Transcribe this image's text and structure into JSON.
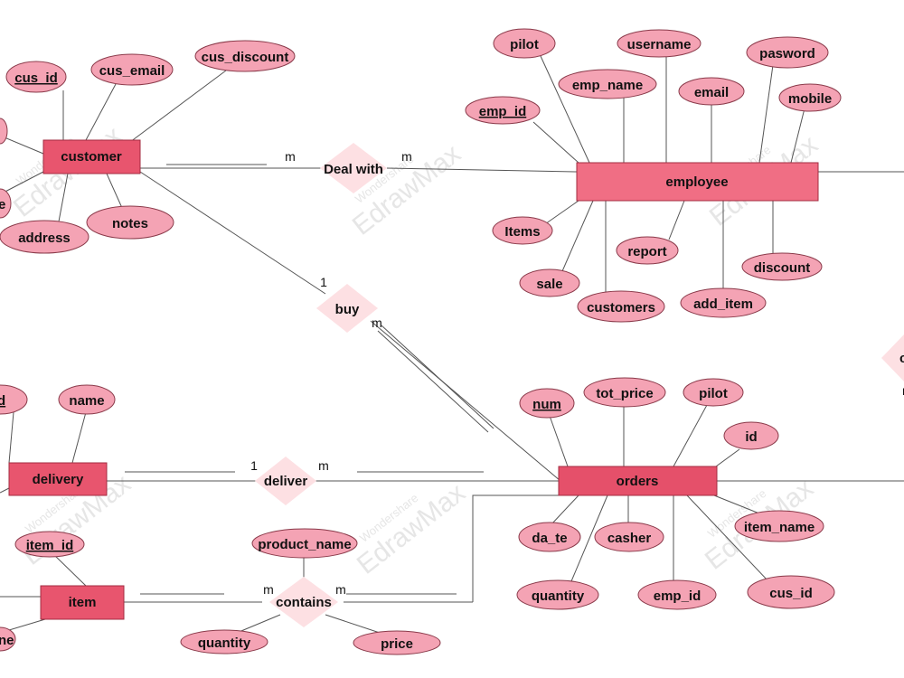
{
  "colors": {
    "entity_fill": "#e8556e",
    "attribute_fill": "#f4a3b4",
    "relationship_fill": "#fde0e3",
    "line": "#555555",
    "watermark": "#e6e6e6"
  },
  "watermark": {
    "brand": "EdrawMax",
    "maker": "Wondershare"
  },
  "entities": {
    "customer": "customer",
    "employee": "employee",
    "delivery": "delivery",
    "orders": "orders",
    "item": "item"
  },
  "relationships": {
    "deal_with": "Deal with",
    "buy": "buy",
    "deliver": "deliver",
    "contains": "contains",
    "partial_right": "c"
  },
  "cardinalities": {
    "customer_deal_with": "m",
    "deal_with_employee": "m",
    "customer_buy": "1",
    "buy_orders": "m",
    "delivery_deliver": "1",
    "deliver_orders": "m",
    "item_contains": "m",
    "contains_orders": "m",
    "right_partial": "r"
  },
  "attributes": {
    "customer": {
      "cus_id": "cus_id",
      "cus_email": "cus_email",
      "cus_discount": "cus_discount",
      "address": "address",
      "notes": "notes",
      "partial_left_a": "",
      "partial_left_b": "e"
    },
    "employee": {
      "pilot": "pilot",
      "username": "username",
      "pasword": "pasword",
      "emp_name": "emp_name",
      "email": "email",
      "mobile": "mobile",
      "emp_id": "emp_id",
      "items": "Items",
      "report": "report",
      "discount": "discount",
      "sale": "sale",
      "customers": "customers",
      "add_item": "add_item"
    },
    "delivery": {
      "partial_id": "d",
      "name": "name"
    },
    "orders": {
      "num": "num",
      "tot_price": "tot_price",
      "pilot": "pilot",
      "id": "id",
      "da_te": "da_te",
      "casher": "casher",
      "item_name": "item_name",
      "quantity": "quantity",
      "emp_id": "emp_id",
      "cus_id": "cus_id"
    },
    "item": {
      "item_id": "item_id",
      "partial_name": "ne"
    },
    "contains": {
      "product_name": "product_name",
      "quantity": "quantity",
      "price": "price"
    }
  }
}
